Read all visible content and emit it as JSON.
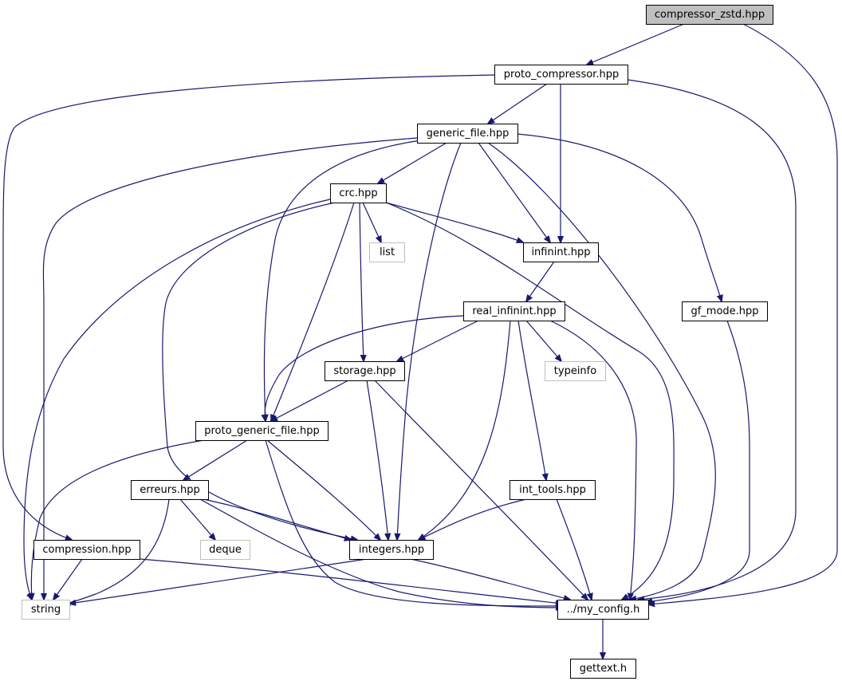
{
  "nodes": [
    {
      "id": "compressor_zstd",
      "label": "compressor_zstd.hpp",
      "kind": "root"
    },
    {
      "id": "proto_compressor",
      "label": "proto_compressor.hpp",
      "kind": "local"
    },
    {
      "id": "generic_file",
      "label": "generic_file.hpp",
      "kind": "local"
    },
    {
      "id": "crc",
      "label": "crc.hpp",
      "kind": "local"
    },
    {
      "id": "list",
      "label": "list",
      "kind": "external"
    },
    {
      "id": "infinint",
      "label": "infinint.hpp",
      "kind": "local"
    },
    {
      "id": "real_infinint",
      "label": "real_infinint.hpp",
      "kind": "local"
    },
    {
      "id": "gf_mode",
      "label": "gf_mode.hpp",
      "kind": "local"
    },
    {
      "id": "storage",
      "label": "storage.hpp",
      "kind": "local"
    },
    {
      "id": "typeinfo",
      "label": "typeinfo",
      "kind": "external"
    },
    {
      "id": "proto_generic_file",
      "label": "proto_generic_file.hpp",
      "kind": "local"
    },
    {
      "id": "erreurs",
      "label": "erreurs.hpp",
      "kind": "local"
    },
    {
      "id": "int_tools",
      "label": "int_tools.hpp",
      "kind": "local"
    },
    {
      "id": "compression",
      "label": "compression.hpp",
      "kind": "local"
    },
    {
      "id": "deque",
      "label": "deque",
      "kind": "external"
    },
    {
      "id": "integers",
      "label": "integers.hpp",
      "kind": "local"
    },
    {
      "id": "string",
      "label": "string",
      "kind": "external"
    },
    {
      "id": "my_config",
      "label": "../my_config.h",
      "kind": "local"
    },
    {
      "id": "gettext",
      "label": "gettext.h",
      "kind": "local"
    }
  ],
  "edges": [
    {
      "from": "compressor_zstd",
      "to": "proto_compressor"
    },
    {
      "from": "compressor_zstd",
      "to": "my_config"
    },
    {
      "from": "proto_compressor",
      "to": "generic_file"
    },
    {
      "from": "proto_compressor",
      "to": "infinint"
    },
    {
      "from": "proto_compressor",
      "to": "my_config"
    },
    {
      "from": "proto_compressor",
      "to": "compression"
    },
    {
      "from": "generic_file",
      "to": "crc"
    },
    {
      "from": "generic_file",
      "to": "infinint"
    },
    {
      "from": "generic_file",
      "to": "gf_mode"
    },
    {
      "from": "generic_file",
      "to": "proto_generic_file"
    },
    {
      "from": "generic_file",
      "to": "integers"
    },
    {
      "from": "generic_file",
      "to": "my_config"
    },
    {
      "from": "generic_file",
      "to": "string"
    },
    {
      "from": "crc",
      "to": "list"
    },
    {
      "from": "crc",
      "to": "infinint"
    },
    {
      "from": "crc",
      "to": "storage"
    },
    {
      "from": "crc",
      "to": "proto_generic_file"
    },
    {
      "from": "crc",
      "to": "integers"
    },
    {
      "from": "crc",
      "to": "my_config"
    },
    {
      "from": "crc",
      "to": "string"
    },
    {
      "from": "infinint",
      "to": "real_infinint"
    },
    {
      "from": "real_infinint",
      "to": "storage"
    },
    {
      "from": "real_infinint",
      "to": "typeinfo"
    },
    {
      "from": "real_infinint",
      "to": "proto_generic_file"
    },
    {
      "from": "real_infinint",
      "to": "int_tools"
    },
    {
      "from": "real_infinint",
      "to": "integers"
    },
    {
      "from": "real_infinint",
      "to": "my_config"
    },
    {
      "from": "gf_mode",
      "to": "my_config"
    },
    {
      "from": "storage",
      "to": "proto_generic_file"
    },
    {
      "from": "storage",
      "to": "integers"
    },
    {
      "from": "storage",
      "to": "my_config"
    },
    {
      "from": "proto_generic_file",
      "to": "erreurs"
    },
    {
      "from": "proto_generic_file",
      "to": "integers"
    },
    {
      "from": "proto_generic_file",
      "to": "my_config"
    },
    {
      "from": "proto_generic_file",
      "to": "string"
    },
    {
      "from": "erreurs",
      "to": "deque"
    },
    {
      "from": "erreurs",
      "to": "integers"
    },
    {
      "from": "erreurs",
      "to": "my_config"
    },
    {
      "from": "erreurs",
      "to": "string"
    },
    {
      "from": "int_tools",
      "to": "integers"
    },
    {
      "from": "int_tools",
      "to": "my_config"
    },
    {
      "from": "compression",
      "to": "string"
    },
    {
      "from": "compression",
      "to": "my_config"
    },
    {
      "from": "integers",
      "to": "my_config"
    },
    {
      "from": "integers",
      "to": "string"
    },
    {
      "from": "my_config",
      "to": "gettext"
    }
  ]
}
